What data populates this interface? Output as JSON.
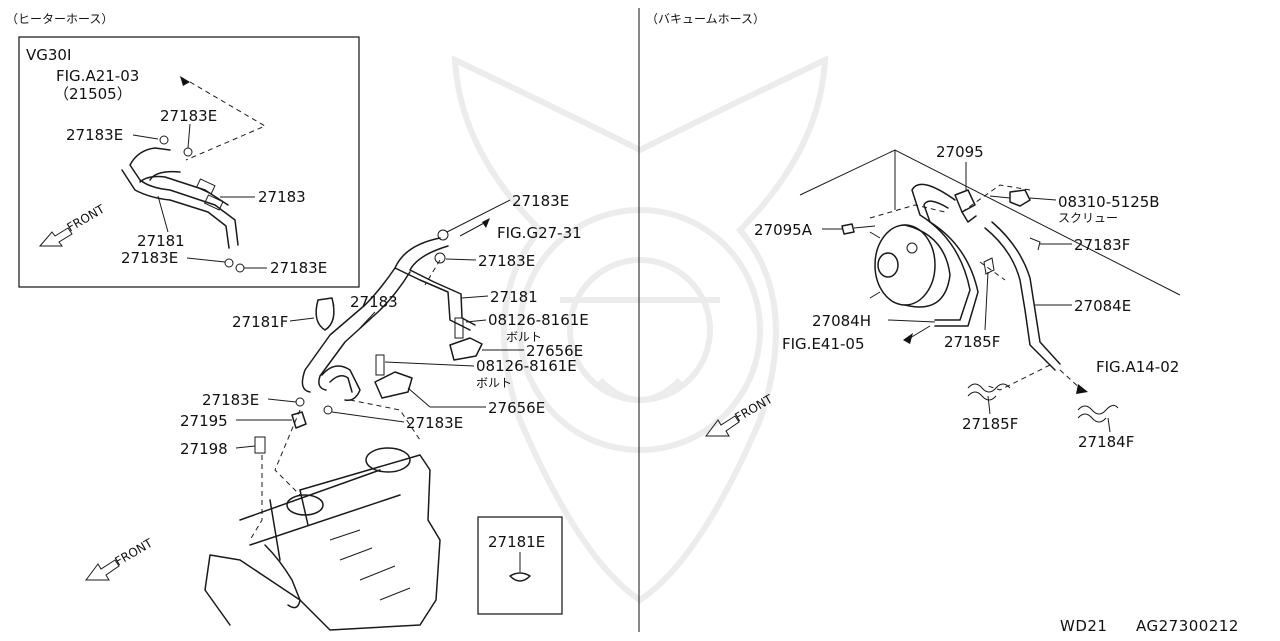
{
  "sections": {
    "heater_title": "（ヒーターホース）",
    "vacuum_title": "（バキュームホース）"
  },
  "inset_vg30i": {
    "engine": "VG30I",
    "fig_ref": "FIG.A21-03",
    "fig_sub": "（21505）",
    "labels": [
      "27183E",
      "27183E",
      "27183",
      "27181",
      "27183E",
      "27183E"
    ],
    "front": "FRONT"
  },
  "heater": {
    "labels": {
      "l_27183E_top": "27183E",
      "fig_g27": "FIG.G27-31",
      "l_27183E_2": "27183E",
      "l_27181": "27181",
      "l_27183": "27183",
      "l_27181F": "27181F",
      "bolt1": "08126-8161E",
      "bolt1_jp": "ボルト",
      "l_27656E_1": "27656E",
      "bolt2": "08126-8161E",
      "bolt2_jp": "ボルト",
      "l_27656E_2": "27656E",
      "l_27183E_3": "27183E",
      "l_27195": "27195",
      "l_27183E_4": "27183E",
      "l_27198": "27198"
    },
    "front": "FRONT"
  },
  "inset_27181E": {
    "label": "27181E"
  },
  "vacuum": {
    "labels": {
      "l_27095": "27095",
      "screw": "08310-5125B",
      "screw_jp": "スクリュー",
      "l_27095A": "27095A",
      "l_27183F": "27183F",
      "l_27084E": "27084E",
      "l_27084H": "27084H",
      "l_27185F_1": "27185F",
      "fig_e41": "FIG.E41-05",
      "fig_a14": "FIG.A14-02",
      "l_27185F_2": "27185F",
      "l_27184F": "27184F"
    },
    "front": "FRONT"
  },
  "footer": {
    "diagram_code": "WD21",
    "drawing_no": "AG27300212"
  }
}
